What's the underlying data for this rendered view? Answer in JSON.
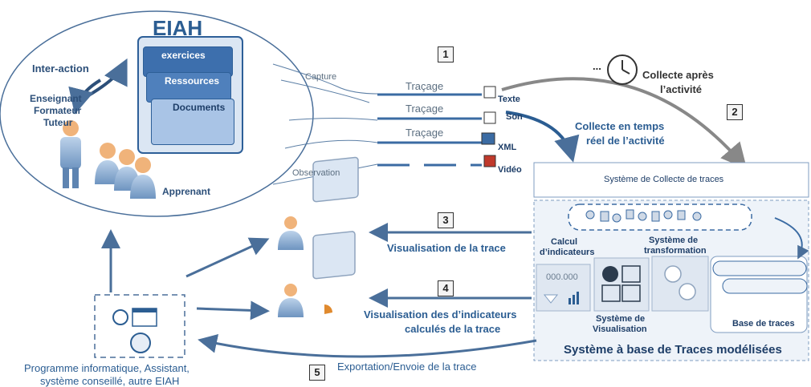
{
  "title": "EIAH",
  "interaction": "Inter-action",
  "teacher": [
    "Enseignant",
    "Formateur",
    "Tuteur"
  ],
  "learner": "Apprenant",
  "tiles": [
    "exercices",
    "Ressources",
    "Documents"
  ],
  "capture": "Capture",
  "observation": "Observation",
  "tracing": [
    "Traçage",
    "Traçage",
    "Traçage"
  ],
  "formats": [
    "Texte",
    "Son",
    "XML",
    "Vidéo"
  ],
  "ellipsis": "...",
  "collect_after": [
    "Collecte après",
    "l’activité"
  ],
  "collect_realtime": [
    "Collecte en temps",
    "réel de l’activité"
  ],
  "collect_system": "Système de Collecte de traces",
  "steps": [
    "1",
    "2",
    "3",
    "4",
    "5"
  ],
  "viz_trace": "Visualisation de la trace",
  "viz_indicators": [
    "Visualisation des d’indicateurs",
    "calculés de la trace"
  ],
  "export": "Exportation/Envoie de la trace",
  "calc": [
    "Calcul",
    "d’indicateurs"
  ],
  "transform": [
    "Système de",
    "transformation"
  ],
  "viz_system": [
    "Système de",
    "Visualisation"
  ],
  "trace_base": "Base de traces",
  "indicator_value": "000.000",
  "main_system": "Système à base de Traces modélisées",
  "program": [
    "Programme informatique, Assistant,",
    "système conseillé, autre EIAH"
  ],
  "colors": {
    "accent": "#2b5d92",
    "box_border": "#2f6aa8",
    "panel_fill": "#e6edf6",
    "arrow": "#4a6f9a"
  }
}
